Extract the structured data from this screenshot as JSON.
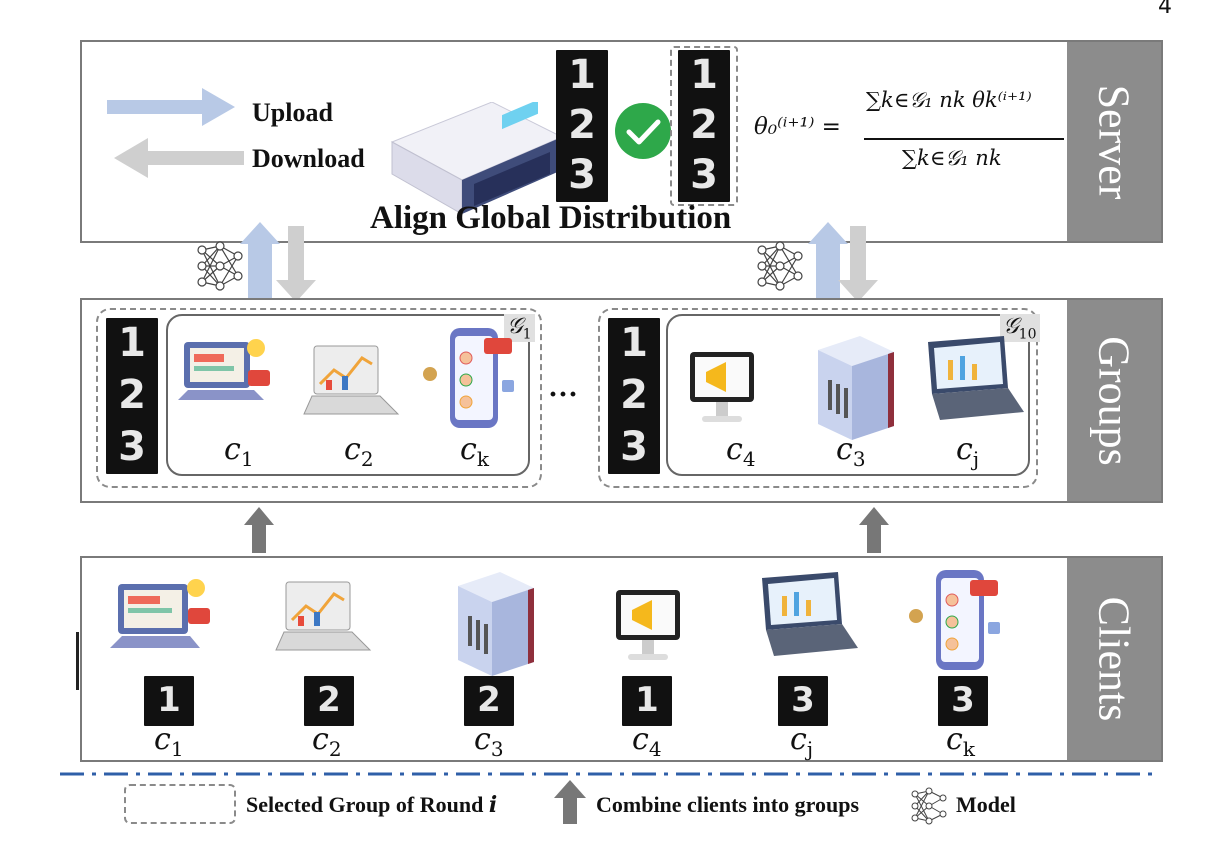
{
  "page_number": "4",
  "server": {
    "tab": "Server",
    "upload_label": "Upload",
    "download_label": "Download",
    "title": "Align Global Distribution",
    "digits_left": [
      "1",
      "2",
      "3"
    ],
    "digits_right": [
      "1",
      "2",
      "3"
    ],
    "formula_lhs": "θ₀⁽ⁱ⁺¹⁾ =",
    "formula_num": "∑k∈𝒢₁ nk θk⁽ⁱ⁺¹⁾",
    "formula_den": "∑k∈𝒢₁ nk"
  },
  "groups": {
    "tab": "Groups",
    "ellipsis": "···",
    "group1": {
      "tag": "𝒢",
      "tag_sub": "1",
      "digits": [
        "1",
        "2",
        "3"
      ],
      "clients": [
        {
          "c": "c",
          "s": "1"
        },
        {
          "c": "c",
          "s": "2"
        },
        {
          "c": "c",
          "s": "k"
        }
      ]
    },
    "group10": {
      "tag": "𝒢",
      "tag_sub": "10",
      "digits": [
        "1",
        "2",
        "3"
      ],
      "clients": [
        {
          "c": "c",
          "s": "4"
        },
        {
          "c": "c",
          "s": "3"
        },
        {
          "c": "c",
          "s": "j"
        }
      ]
    }
  },
  "clients": {
    "tab": "Clients",
    "items": [
      {
        "c": "c",
        "s": "1",
        "digit": "1",
        "device": "laptop-promo"
      },
      {
        "c": "c",
        "s": "2",
        "digit": "2",
        "device": "laptop-chart"
      },
      {
        "c": "c",
        "s": "3",
        "digit": "2",
        "device": "server-tower"
      },
      {
        "c": "c",
        "s": "4",
        "digit": "1",
        "device": "monitor-megaphone"
      },
      {
        "c": "c",
        "s": "j",
        "digit": "3",
        "device": "laptop-dashboard"
      },
      {
        "c": "c",
        "s": "k",
        "digit": "3",
        "device": "phone-contacts"
      }
    ]
  },
  "legend": {
    "selected": "Selected Group of Round",
    "selected_var": "i",
    "combine": "Combine clients into groups",
    "model": "Model"
  },
  "colors": {
    "upload": "#b8c9e6",
    "download": "#cfcfcf",
    "tab": "#8c8c8c",
    "check": "#2ea84a",
    "axis_line": "#2f5fa8"
  }
}
